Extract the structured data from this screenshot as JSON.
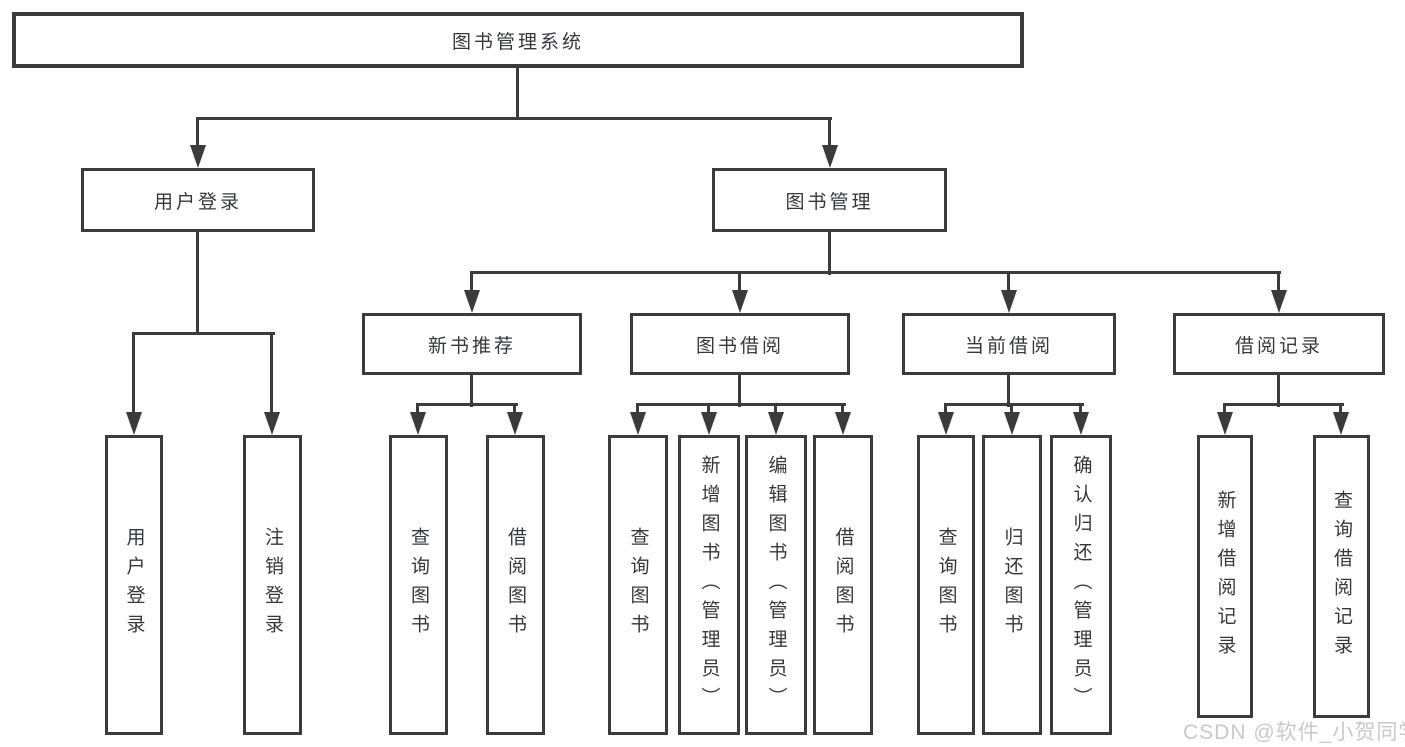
{
  "title": "图书管理系统",
  "tree": {
    "root": {
      "label": "图书管理系统"
    },
    "branches": [
      {
        "label": "用户登录",
        "children": [
          {
            "label": "用户登录"
          },
          {
            "label": "注销登录"
          }
        ]
      },
      {
        "label": "图书管理",
        "children": [
          {
            "label": "新书推荐",
            "children": [
              {
                "label": "查询图书"
              },
              {
                "label": "借阅图书"
              }
            ]
          },
          {
            "label": "图书借阅",
            "children": [
              {
                "label": "查询图书"
              },
              {
                "label": "新增图书（管理员）"
              },
              {
                "label": "编辑图书（管理员）"
              },
              {
                "label": "借阅图书"
              }
            ]
          },
          {
            "label": "当前借阅",
            "children": [
              {
                "label": "查询图书"
              },
              {
                "label": "归还图书"
              },
              {
                "label": "确认归还（管理员）"
              }
            ]
          },
          {
            "label": "借阅记录",
            "children": [
              {
                "label": "新增借阅记录"
              },
              {
                "label": "查询借阅记录"
              }
            ]
          }
        ]
      }
    ]
  },
  "watermark": "CSDN @软件_小贺同学",
  "colors": {
    "line": "#3b3b3b",
    "text": "#36383b",
    "watermark": "#c9c9c9",
    "background": "#ffffff"
  }
}
